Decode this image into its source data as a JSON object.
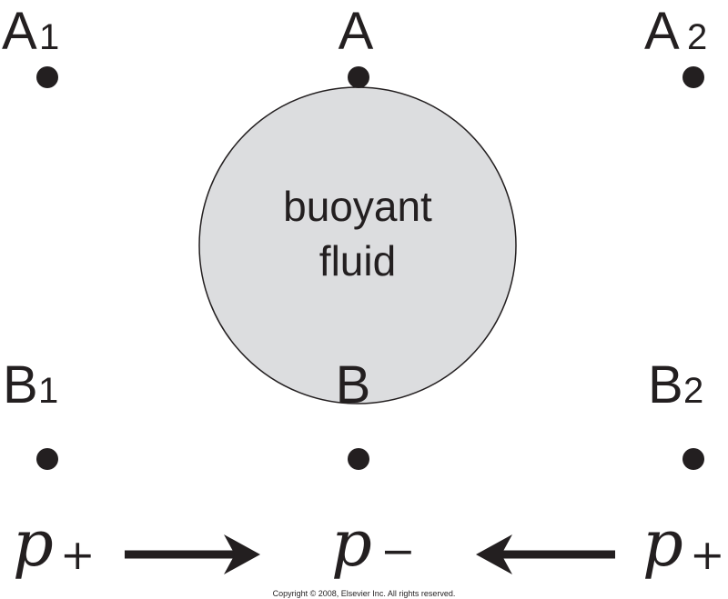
{
  "diagram": {
    "points": {
      "A1": {
        "letter": "A",
        "sub": "1"
      },
      "A": {
        "letter": "A"
      },
      "A2": {
        "letter": "A",
        "sub": "2"
      },
      "B1": {
        "letter": "B",
        "sub": "1"
      },
      "B": {
        "letter": "B"
      },
      "B2": {
        "letter": "B",
        "sub": "2"
      }
    },
    "circle": {
      "line1": "buoyant",
      "line2": "fluid",
      "fill_color": "#dcdddf"
    },
    "pressure": {
      "left": {
        "symbol": "p",
        "sign": "+"
      },
      "center": {
        "symbol": "p",
        "sign": "−"
      },
      "right": {
        "symbol": "p",
        "sign": "+"
      }
    },
    "copyright": "Copyright © 2008, Elsevier Inc. All rights reserved."
  }
}
